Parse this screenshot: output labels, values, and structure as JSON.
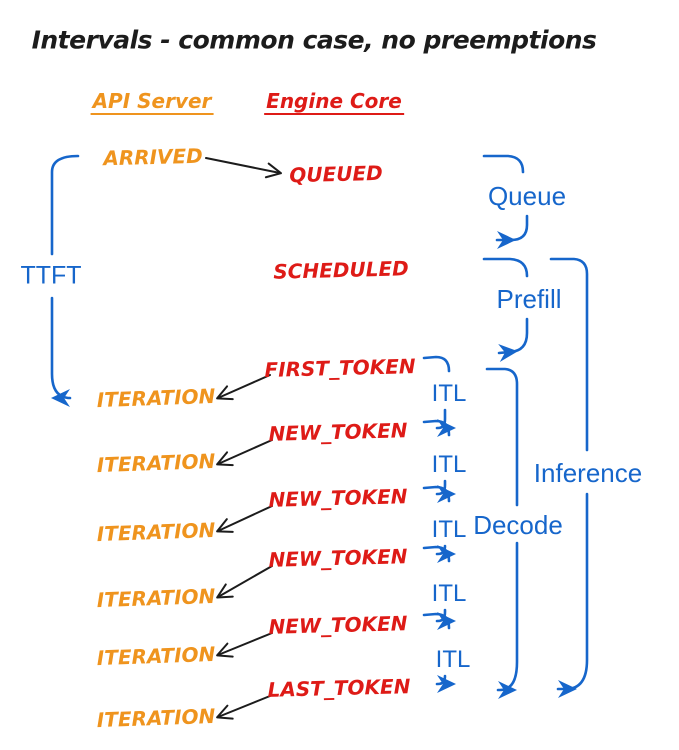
{
  "title": "Intervals - common case, no preemptions",
  "columns": {
    "api_server": "API Server",
    "engine_core": "Engine Core"
  },
  "events": {
    "arrived": "ARRIVED",
    "queued": "QUEUED",
    "scheduled": "SCHEDULED",
    "first_token": "FIRST_TOKEN",
    "new_tokens": [
      "NEW_TOKEN",
      "NEW_TOKEN",
      "NEW_TOKEN",
      "NEW_TOKEN"
    ],
    "last_token": "LAST_TOKEN",
    "iterations": [
      "ITERATION",
      "ITERATION",
      "ITERATION",
      "ITERATION",
      "ITERATION",
      "ITERATION"
    ]
  },
  "intervals": {
    "ttft": "TTFT",
    "queue": "Queue",
    "prefill": "Prefill",
    "itl": [
      "ITL",
      "ITL",
      "ITL",
      "ITL",
      "ITL"
    ],
    "decode": "Decode",
    "inference": "Inference"
  },
  "colors": {
    "api_server": "#EF941E",
    "engine_core": "#DE1B17",
    "interval": "#1666CB",
    "connector": "#1C1C1C",
    "background": "#FFFFFF"
  }
}
